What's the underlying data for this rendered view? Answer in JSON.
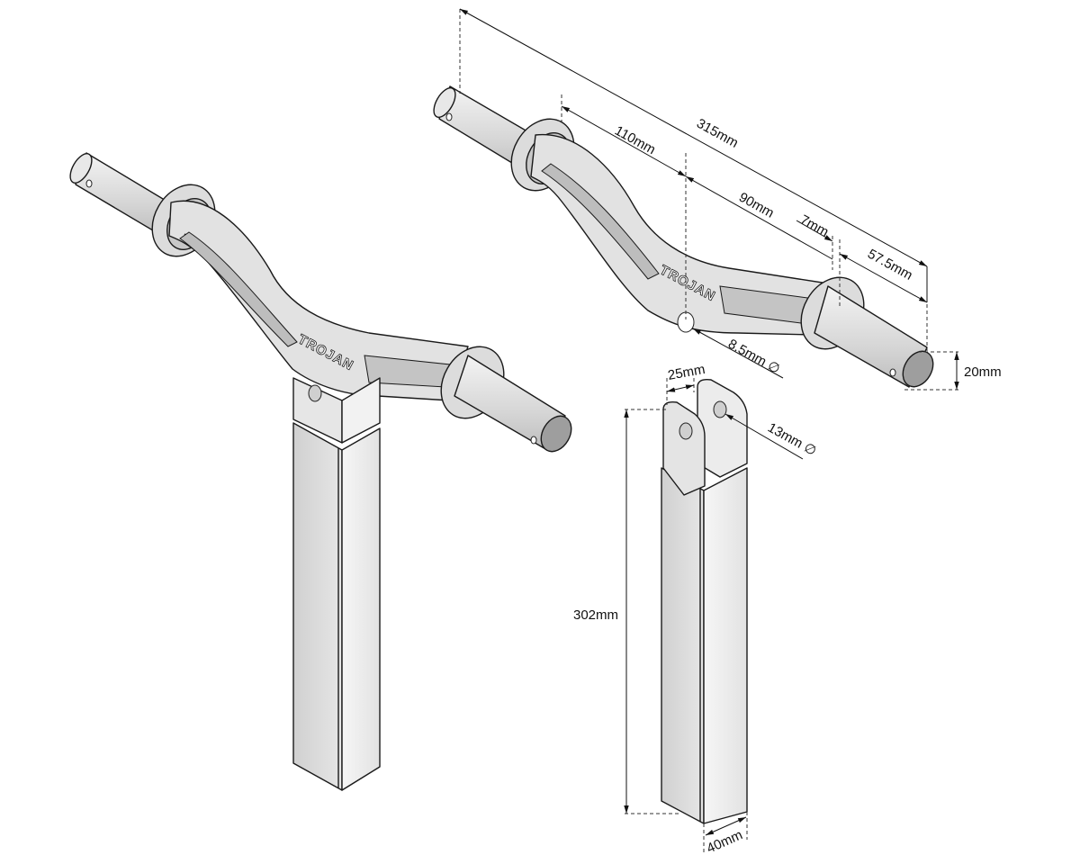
{
  "figure": {
    "brand_text": "TROJAN",
    "dimensions": {
      "overall_length": "315mm",
      "flange_to_center": "110mm",
      "center_to_flange": "90mm",
      "flange_thickness": "7mm",
      "pin_length": "57.5mm",
      "pin_diameter": "20mm",
      "lug_hole": "8.5mm ∅",
      "clevis_gap": "25mm",
      "clevis_hole": "13mm ∅",
      "post_height": "302mm",
      "post_width": "40mm"
    },
    "colors": {
      "outline": "#1a1a1a",
      "metal_light": "#ececec",
      "metal_mid": "#d4d4d4",
      "metal_dark": "#a8a8a8"
    }
  }
}
